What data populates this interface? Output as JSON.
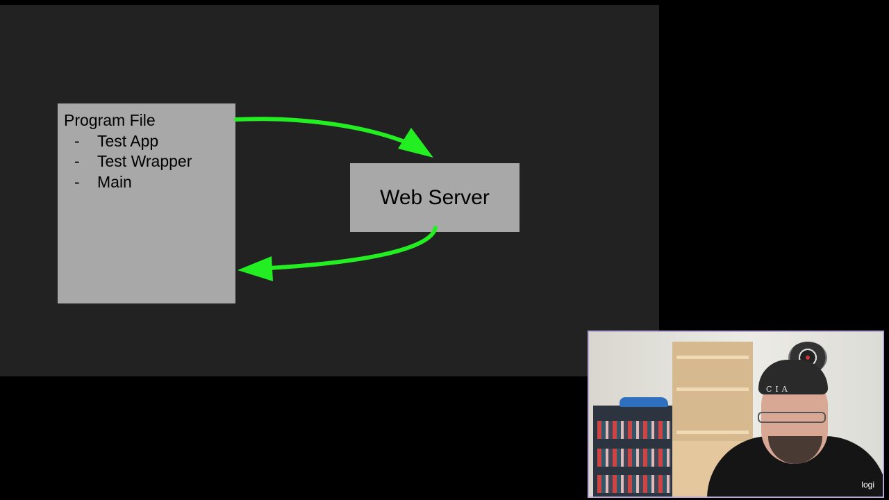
{
  "diagram": {
    "program_box": {
      "title": "Program File",
      "items": [
        {
          "bullet": "-",
          "label": "Test App"
        },
        {
          "bullet": "-",
          "label": "Test Wrapper"
        },
        {
          "bullet": "-",
          "label": "Main"
        }
      ]
    },
    "server_box": {
      "label": "Web Server"
    },
    "arrows": [
      {
        "from": "Program File",
        "to": "Web Server"
      },
      {
        "from": "Web Server",
        "to": "Program File"
      }
    ],
    "colors": {
      "slide_background": "#222222",
      "box_fill": "#a8a8a8",
      "arrow": "#22ee22",
      "outer_background": "#000000"
    }
  },
  "webcam": {
    "cap_text": "CIA",
    "brand": "logi",
    "border_color": "#b9a7d8"
  }
}
